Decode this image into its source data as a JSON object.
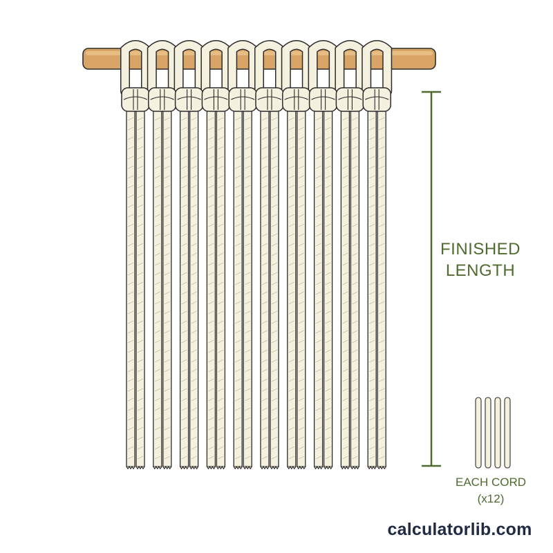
{
  "diagram": {
    "dimension_label_line1": "FINISHED",
    "dimension_label_line2": "LENGTH",
    "cord_label_line1": "EACH CORD",
    "cord_label_line2": "(x12)",
    "cord_group_count": 10,
    "legend_cord_count": 4
  },
  "brand": {
    "text": "calculatorlib.com"
  },
  "colors": {
    "dowel": "#d9a566",
    "cord": "#f5f1df",
    "outline": "#2b2b2b",
    "dimension": "#4f6b2f",
    "brand": "#1f2a44"
  }
}
